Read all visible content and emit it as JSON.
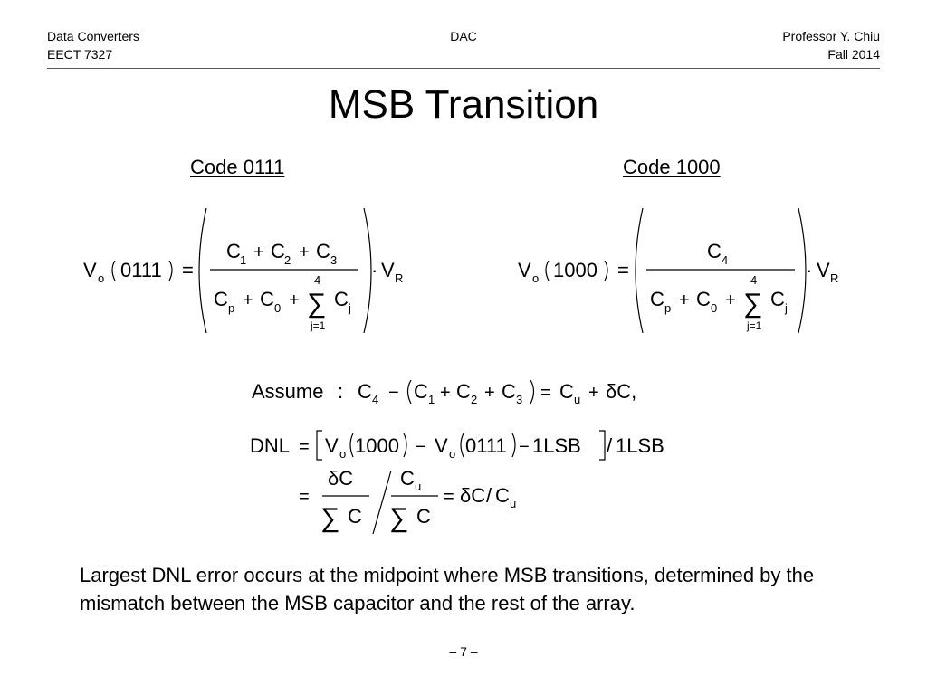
{
  "header": {
    "left_line1": "Data Converters",
    "left_line2": "EECT 7327",
    "center": "DAC",
    "right_line1": "Professor Y. Chiu",
    "right_line2": "Fall 2014"
  },
  "title": "MSB Transition",
  "left": {
    "label": "Code 0111",
    "lhs_v": "V",
    "lhs_sub": "o",
    "lhs_arg": "0111",
    "eq": "=",
    "num_c1": "C",
    "num_s1": "1",
    "plus1": "+",
    "num_c2": "C",
    "num_s2": "2",
    "plus2": "+",
    "num_c3": "C",
    "num_s3": "3",
    "den_cp": "C",
    "den_sp": "p",
    "den_plus1": "+",
    "den_c0": "C",
    "den_s0": "0",
    "den_plus2": "+",
    "sum_top": "4",
    "sum_sym": "∑",
    "sum_bot": "j=1",
    "den_cj": "C",
    "den_sj": "j",
    "dot": "·",
    "vr": "V",
    "vr_sub": "R"
  },
  "right": {
    "label": "Code 1000",
    "lhs_v": "V",
    "lhs_sub": "o",
    "lhs_arg": "1000",
    "eq": "=",
    "num_c4": "C",
    "num_s4": "4",
    "den_cp": "C",
    "den_sp": "p",
    "den_plus1": "+",
    "den_c0": "C",
    "den_s0": "0",
    "den_plus2": "+",
    "sum_top": "4",
    "sum_sym": "∑",
    "sum_bot": "j=1",
    "den_cj": "C",
    "den_sj": "j",
    "dot": "·",
    "vr": "V",
    "vr_sub": "R"
  },
  "assume": {
    "word": "Assume",
    "colon": ":",
    "c4": "C",
    "s4": "4",
    "minus": "−",
    "c1": "C",
    "s1": "1",
    "p1": "+",
    "c2": "C",
    "s2": "2",
    "p2": "+",
    "c3": "C",
    "s3": "3",
    "eq": "=",
    "cu": "C",
    "su": "u",
    "p3": "+",
    "dc": "δC,"
  },
  "dnl": {
    "word": "DNL",
    "eq": "=",
    "v1": "V",
    "s1": "o",
    "arg1": "1000",
    "minus1": "−",
    "v2": "V",
    "s2": "o",
    "arg2": "0111",
    "minus2": "−",
    "lsb1": "1LSB",
    "slash": "/",
    "lsb2": "1LSB"
  },
  "dnl2": {
    "eq1": "=",
    "num1": "δC",
    "sum1": "∑",
    "den1": "C",
    "num2_c": "C",
    "num2_s": "u",
    "sum2": "∑",
    "den2": "C",
    "eq2": "=",
    "res_dc": "δC",
    "res_slash": "/",
    "res_c": "C",
    "res_s": "u"
  },
  "body_text": "Largest DNL error occurs at the midpoint where MSB transitions, determined by the mismatch between the MSB capacitor and the rest of the array.",
  "page_number": "– 7 –",
  "colors": {
    "rule": "#4a5a86"
  }
}
